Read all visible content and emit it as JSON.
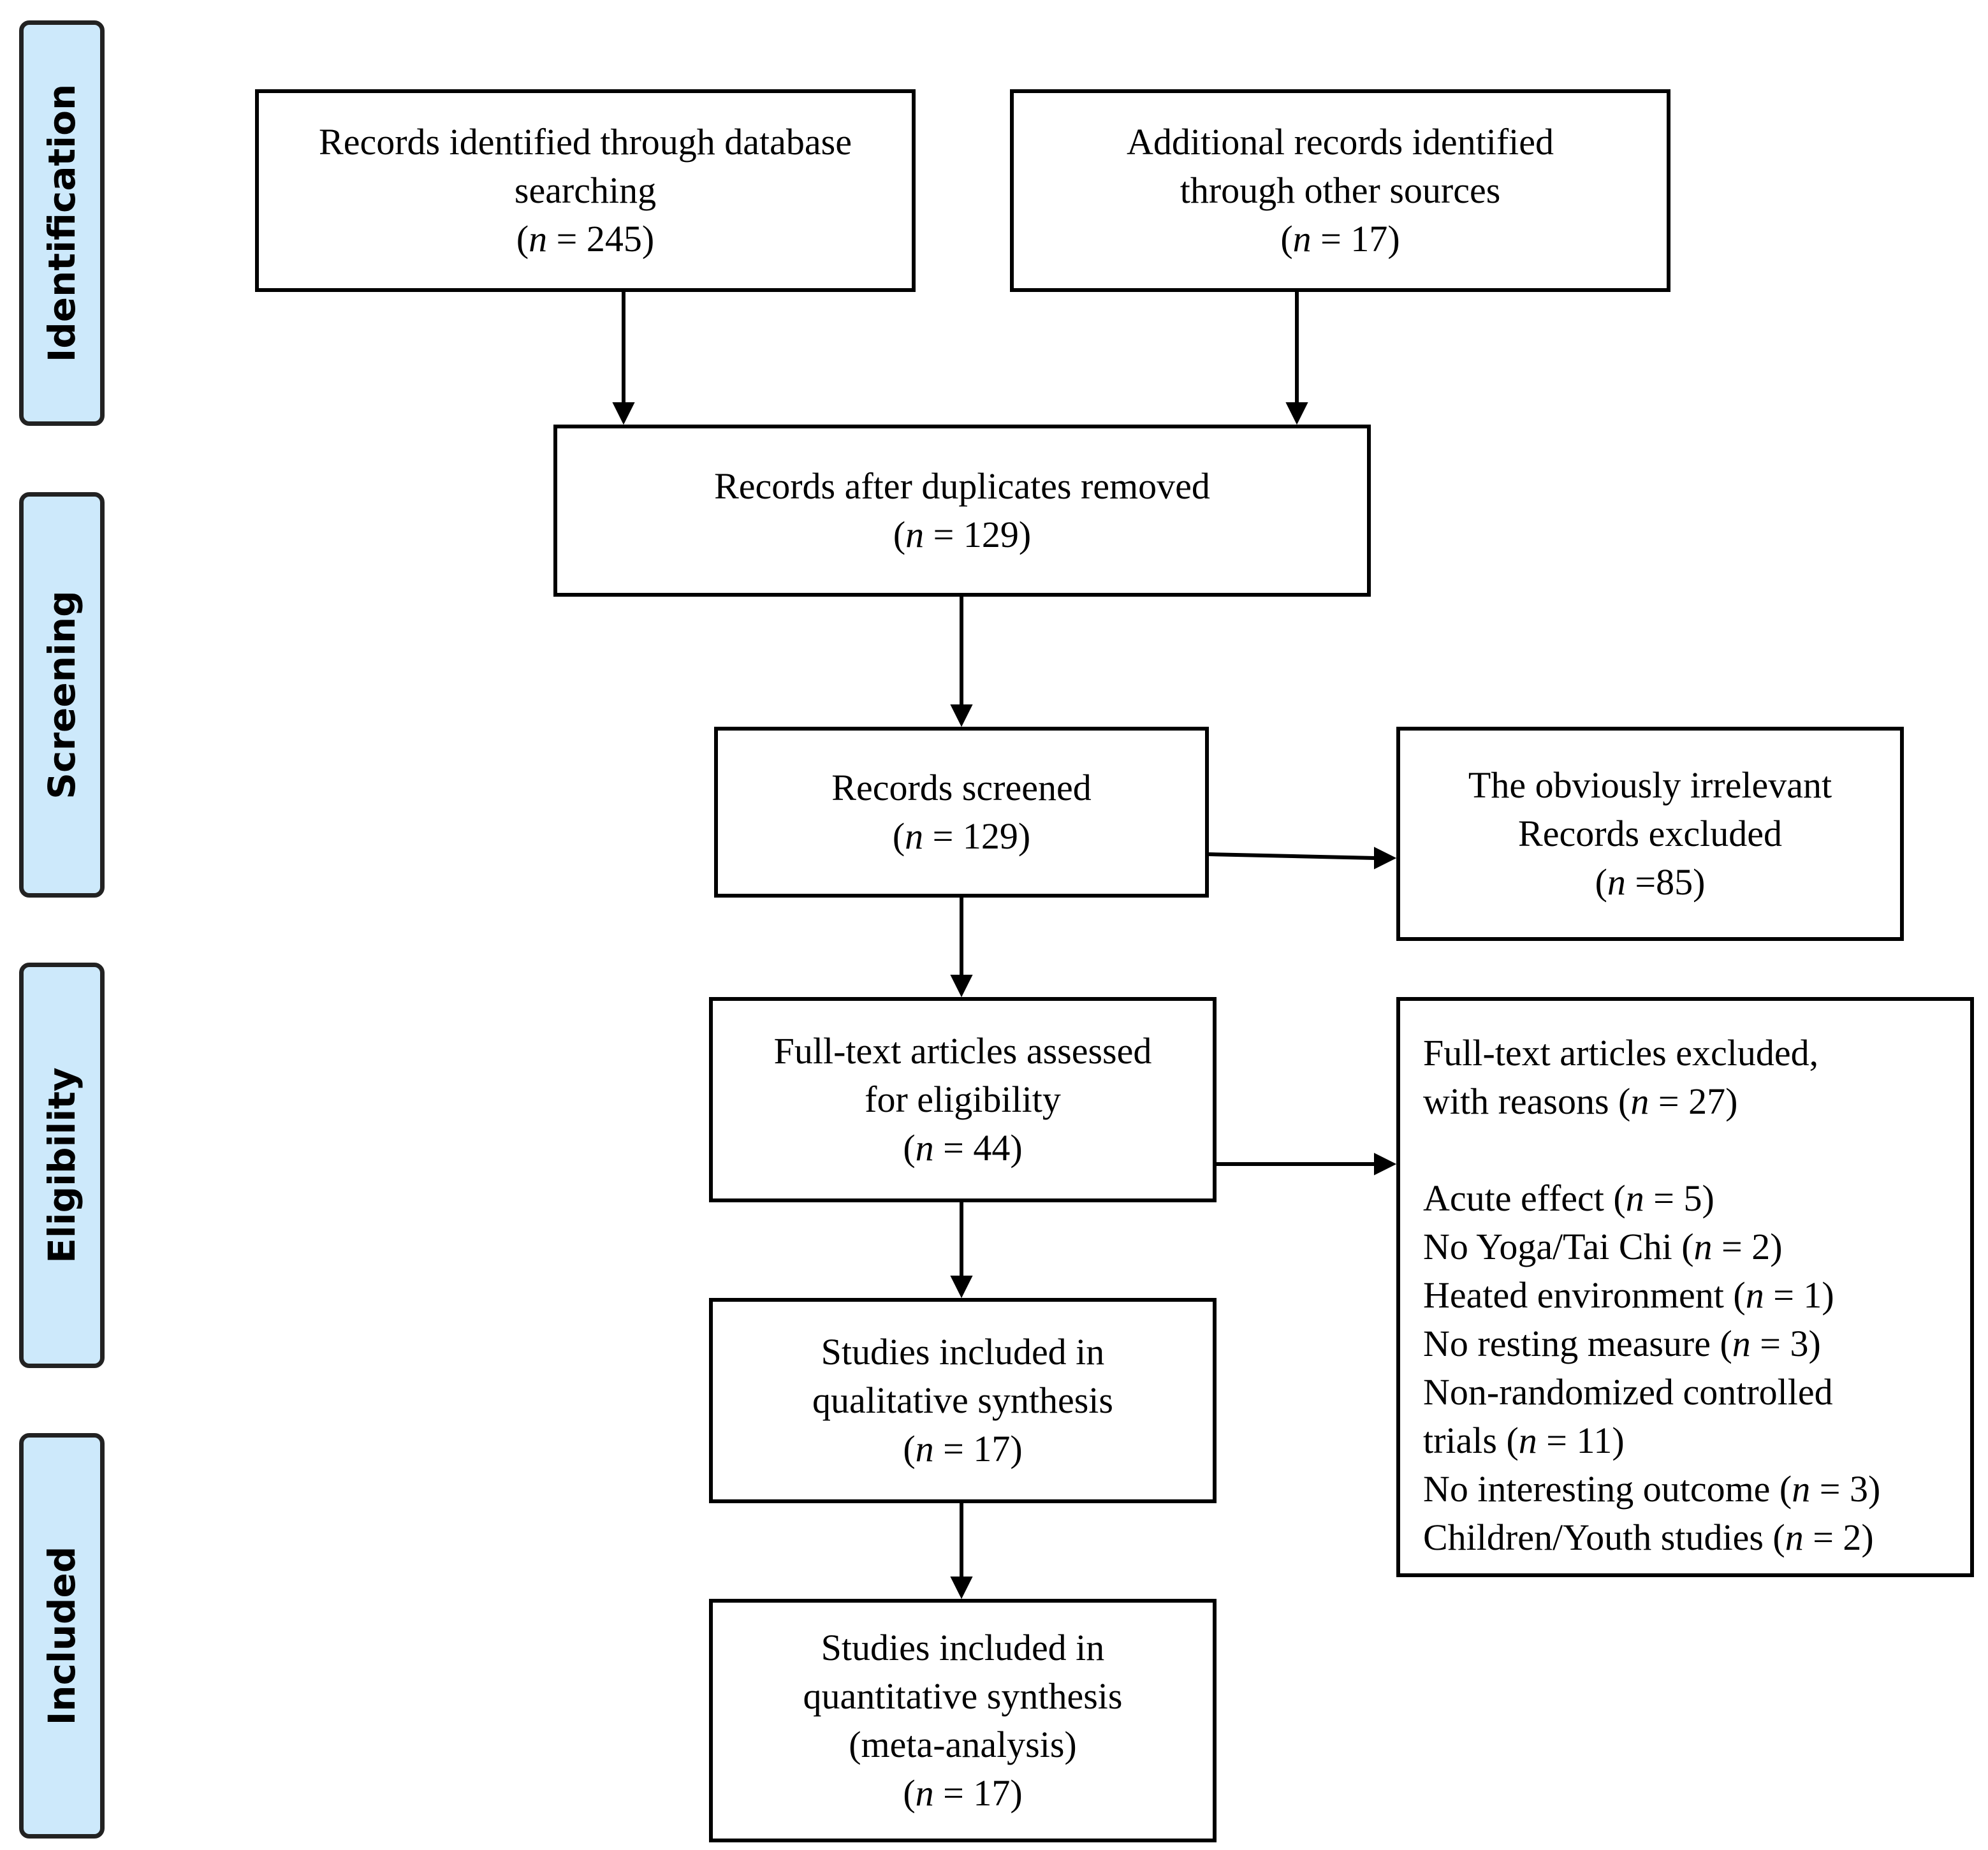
{
  "phases": {
    "identification": "Identification",
    "screening": "Screening",
    "eligibility": "Eligibility",
    "included": "Included"
  },
  "boxes": {
    "database_search": {
      "lines": [
        "Records identified through database",
        "searching"
      ],
      "n_label": "n",
      "n_value": " = 245"
    },
    "other_sources": {
      "lines": [
        "Additional records identified",
        "through other sources"
      ],
      "n_label": "n",
      "n_value": " = 17"
    },
    "duplicates_removed": {
      "lines": [
        "Records after duplicates removed"
      ],
      "n_label": "n",
      "n_value": " = 129"
    },
    "records_screened": {
      "lines": [
        "Records screened"
      ],
      "n_label": "n",
      "n_value": " = 129"
    },
    "irrelevant_excluded": {
      "lines": [
        "The obviously irrelevant",
        "Records excluded"
      ],
      "n_label": "n",
      "n_value": " =85"
    },
    "fulltext_assessed": {
      "lines": [
        "Full-text articles assessed",
        "for eligibility"
      ],
      "n_label": "n",
      "n_value": " = 44"
    },
    "fulltext_excluded": {
      "header_lines": [
        "Full-text articles excluded,",
        "with reasons ("
      ],
      "header_n_label": "n",
      "header_n_value": " = 27)",
      "reasons": [
        {
          "text": "Acute effect  (",
          "n_label": "n",
          "n_value": " = 5)"
        },
        {
          "text": "No Yoga/Tai Chi (",
          "n_label": "n",
          "n_value": " = 2)"
        },
        {
          "text": "Heated environment  (",
          "n_label": "n",
          "n_value": " = 1)"
        },
        {
          "text": "No resting measure (",
          "n_label": "n",
          "n_value": " = 3)"
        },
        {
          "text": "Non-randomized controlled",
          "n_label": "",
          "n_value": ""
        },
        {
          "text": "trials (",
          "n_label": "n",
          "n_value": " = 11)"
        },
        {
          "text": "No interesting outcome (",
          "n_label": "n",
          "n_value": " = 3)"
        },
        {
          "text": "Children/Youth studies (",
          "n_label": "n",
          "n_value": " = 2)"
        }
      ]
    },
    "qualitative": {
      "lines": [
        "Studies included in",
        "qualitative synthesis"
      ],
      "n_label": "n",
      "n_value": " = 17"
    },
    "quantitative": {
      "lines": [
        "Studies included in",
        "quantitative synthesis",
        "(meta-analysis)"
      ],
      "n_label": "n",
      "n_value": " = 17"
    }
  }
}
